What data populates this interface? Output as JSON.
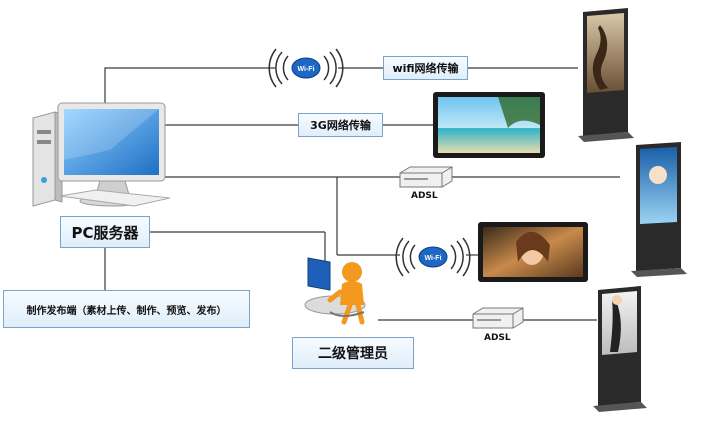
{
  "labels": {
    "wifi_top": "wifi网络传输",
    "net_3g": "3G网络传输",
    "pc_server": "PC服务器",
    "publisher": "制作发布端（素材上传、制作、预览、发布）",
    "admin": "二级管理员",
    "adsl_top": "ADSL",
    "adsl_bottom": "ADSL",
    "wifi_badge": "Wi-Fi"
  },
  "colors": {
    "line": "#3a3a3a",
    "label_border": "#7aa3c8",
    "label_fill_top": "#f7fbff",
    "label_fill_bottom": "#dfeefb",
    "kiosk_body": "#2a2a2a",
    "monitor_screen": "#4aa3e8",
    "admin_person": "#f39a1e"
  },
  "icons": [
    "pc-tower-icon",
    "monitor-icon",
    "wifi-icon",
    "router-icon",
    "kiosk-icon",
    "wall-screen-icon",
    "admin-person-icon"
  ]
}
